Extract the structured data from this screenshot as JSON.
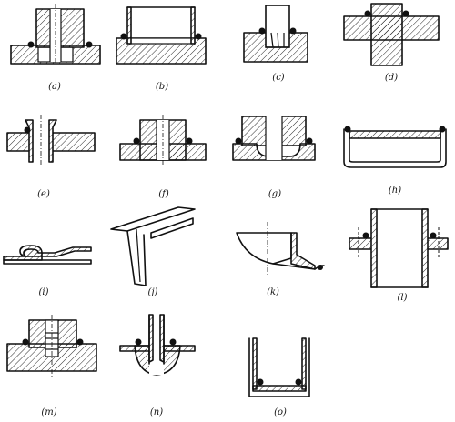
{
  "figure": {
    "panels": [
      {
        "key": "a",
        "label": "(a)"
      },
      {
        "key": "b",
        "label": "(b)"
      },
      {
        "key": "c",
        "label": "(c)"
      },
      {
        "key": "d",
        "label": "(d)"
      },
      {
        "key": "e",
        "label": "(e)"
      },
      {
        "key": "f",
        "label": "(f)"
      },
      {
        "key": "g",
        "label": "(g)"
      },
      {
        "key": "h",
        "label": "(h)"
      },
      {
        "key": "i",
        "label": "(i)"
      },
      {
        "key": "j",
        "label": "(j)"
      },
      {
        "key": "k",
        "label": "(k)"
      },
      {
        "key": "l",
        "label": "(l)"
      },
      {
        "key": "m",
        "label": "(m)"
      },
      {
        "key": "n",
        "label": "(n)"
      },
      {
        "key": "o",
        "label": "(o)"
      }
    ]
  }
}
